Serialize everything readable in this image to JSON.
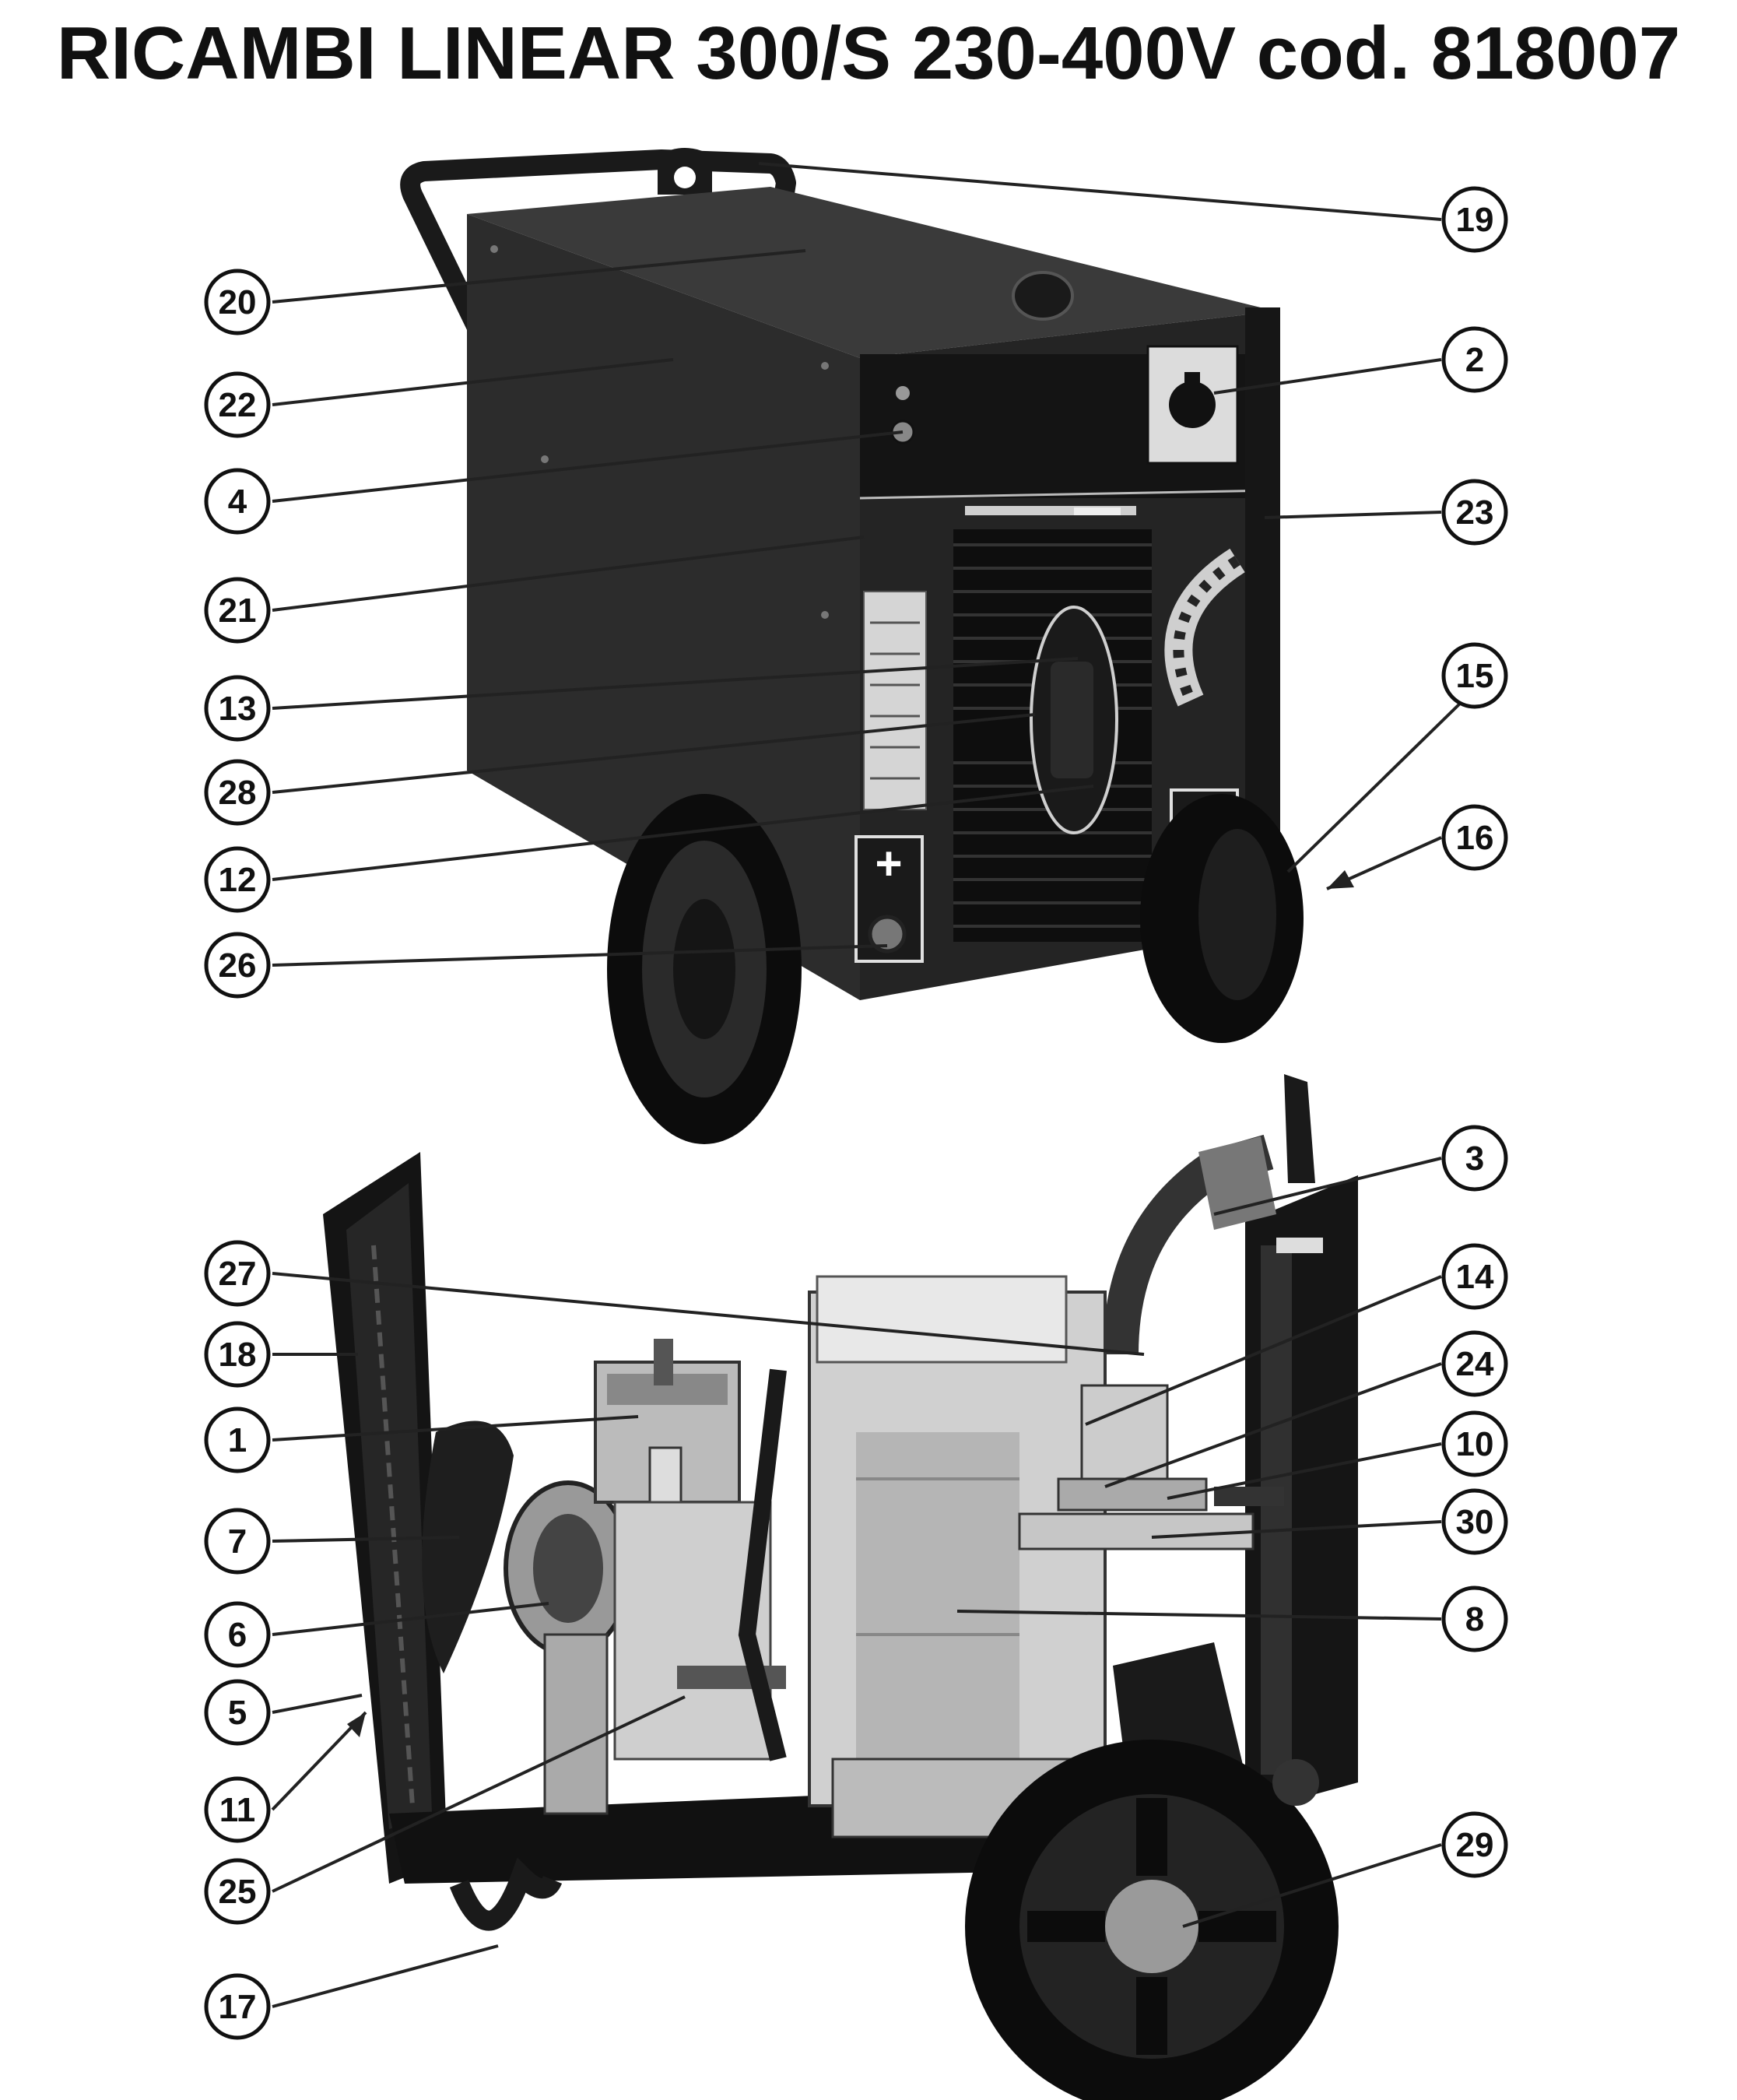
{
  "title": "RICAMBI LINEAR 300/S 230-400V cod. 818007",
  "panel_marks": {
    "plus": "+",
    "minus": "−"
  },
  "callouts_top": [
    {
      "id": "c19",
      "label": "19"
    },
    {
      "id": "c20",
      "label": "20"
    },
    {
      "id": "c2",
      "label": "2"
    },
    {
      "id": "c22",
      "label": "22"
    },
    {
      "id": "c4",
      "label": "4"
    },
    {
      "id": "c23",
      "label": "23"
    },
    {
      "id": "c21",
      "label": "21"
    },
    {
      "id": "c15",
      "label": "15"
    },
    {
      "id": "c13",
      "label": "13"
    },
    {
      "id": "c28",
      "label": "28"
    },
    {
      "id": "c16",
      "label": "16"
    },
    {
      "id": "c12",
      "label": "12"
    },
    {
      "id": "c26",
      "label": "26"
    }
  ],
  "callouts_bottom": [
    {
      "id": "c3",
      "label": "3"
    },
    {
      "id": "c27",
      "label": "27"
    },
    {
      "id": "c14",
      "label": "14"
    },
    {
      "id": "c18",
      "label": "18"
    },
    {
      "id": "c24",
      "label": "24"
    },
    {
      "id": "c1",
      "label": "1"
    },
    {
      "id": "c10",
      "label": "10"
    },
    {
      "id": "c30",
      "label": "30"
    },
    {
      "id": "c7",
      "label": "7"
    },
    {
      "id": "c8",
      "label": "8"
    },
    {
      "id": "c6",
      "label": "6"
    },
    {
      "id": "c5",
      "label": "5"
    },
    {
      "id": "c11",
      "label": "11"
    },
    {
      "id": "c29",
      "label": "29"
    },
    {
      "id": "c25",
      "label": "25"
    },
    {
      "id": "c17",
      "label": "17"
    }
  ]
}
